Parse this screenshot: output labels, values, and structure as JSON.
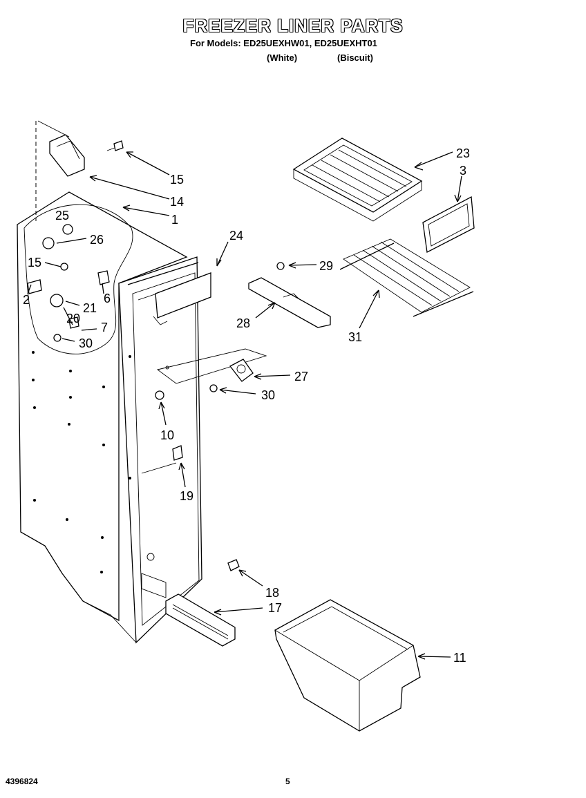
{
  "header": {
    "title": "FREEZER LINER PARTS",
    "models_line": "For Models: ED25UEXHW01, ED25UEXHT01",
    "variant_white": "(White)",
    "variant_biscuit": "(Biscuit)"
  },
  "callouts": {
    "c23": "23",
    "c3": "3",
    "c15a": "15",
    "c14": "14",
    "c1": "1",
    "c25": "25",
    "c26": "26",
    "c24": "24",
    "c15b": "15",
    "c29": "29",
    "c2": "2",
    "c21": "21",
    "c6": "6",
    "c20": "20",
    "c7": "7",
    "c30a": "30",
    "c28": "28",
    "c31": "31",
    "c27": "27",
    "c30b": "30",
    "c10": "10",
    "c19": "19",
    "c18": "18",
    "c17": "17",
    "c11": "11"
  },
  "footer": {
    "part_number": "4396824",
    "page_number": "5"
  }
}
